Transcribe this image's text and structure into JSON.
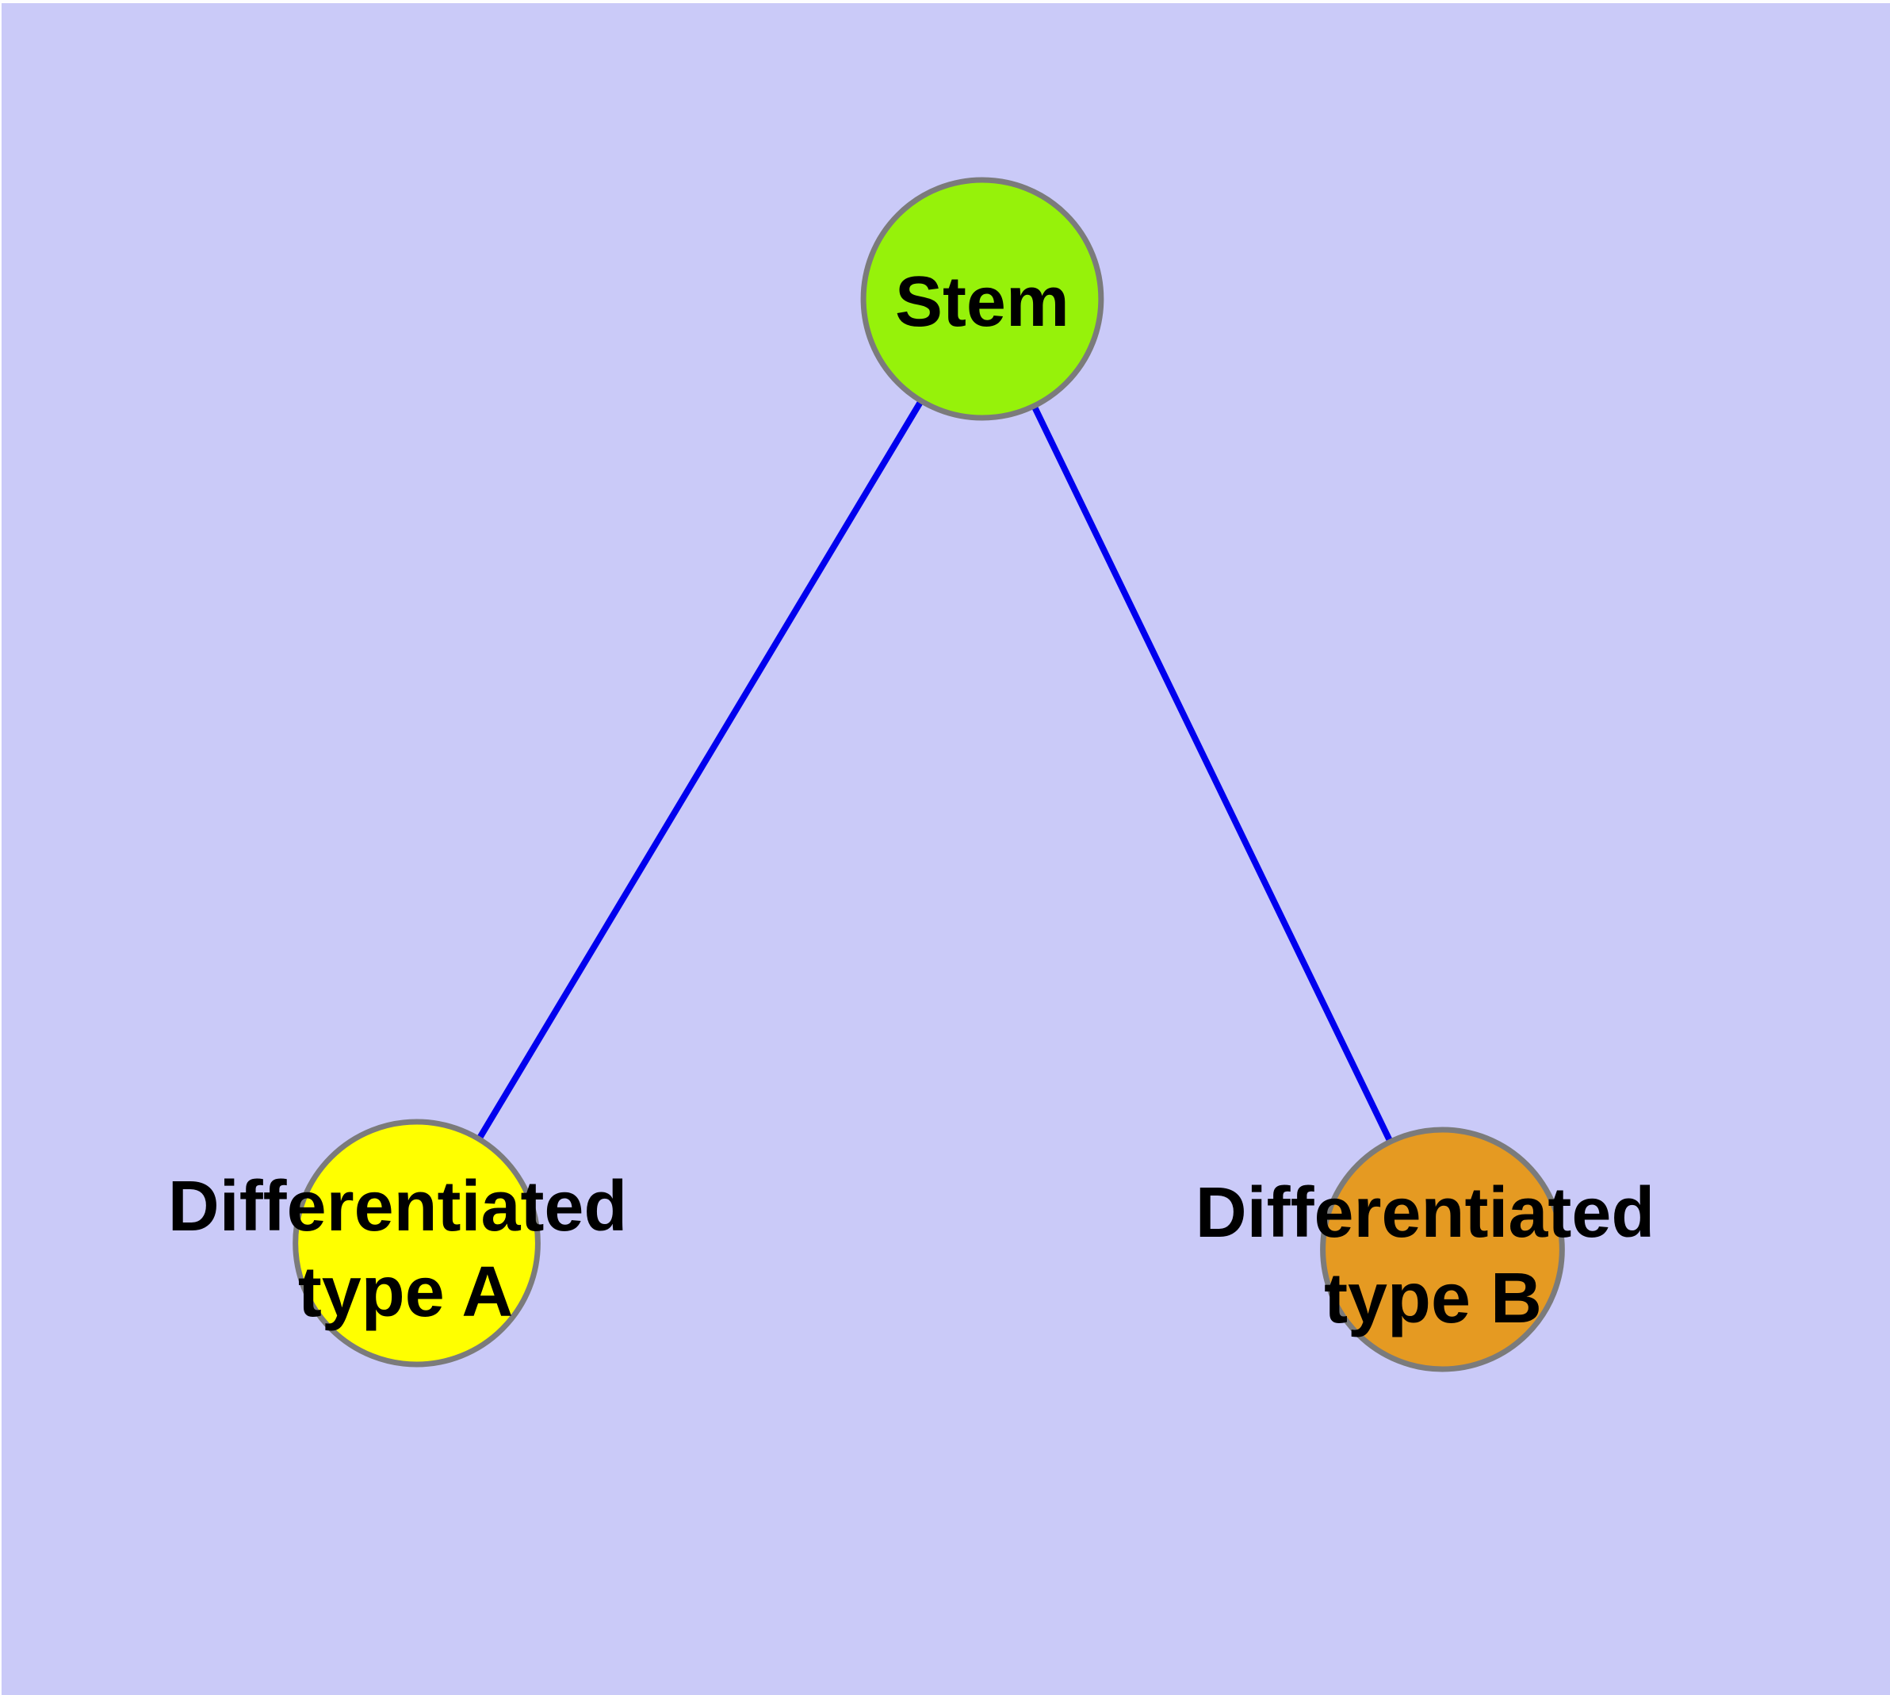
{
  "canvas": {
    "background_color": "#cacaf8",
    "frame_color": "#fdfdff"
  },
  "graph": {
    "type": "node-link-tree",
    "edge_color": "#0000ee",
    "edge_width": 8,
    "node_border_color": "#7b7b7b",
    "label_color": "#000000",
    "nodes": {
      "stem": {
        "label_lines": [
          "Stem"
        ],
        "fill_color": "#96f20a"
      },
      "type_a": {
        "label_lines": [
          "Differentiated",
          "type A"
        ],
        "fill_color": "#ffff00"
      },
      "type_b": {
        "label_lines": [
          "Differentiated",
          "type B"
        ],
        "fill_color": "#e59a22"
      }
    },
    "edges": [
      {
        "from": "Stem",
        "to": "Differentiated type A"
      },
      {
        "from": "Stem",
        "to": "Differentiated type B"
      }
    ]
  }
}
